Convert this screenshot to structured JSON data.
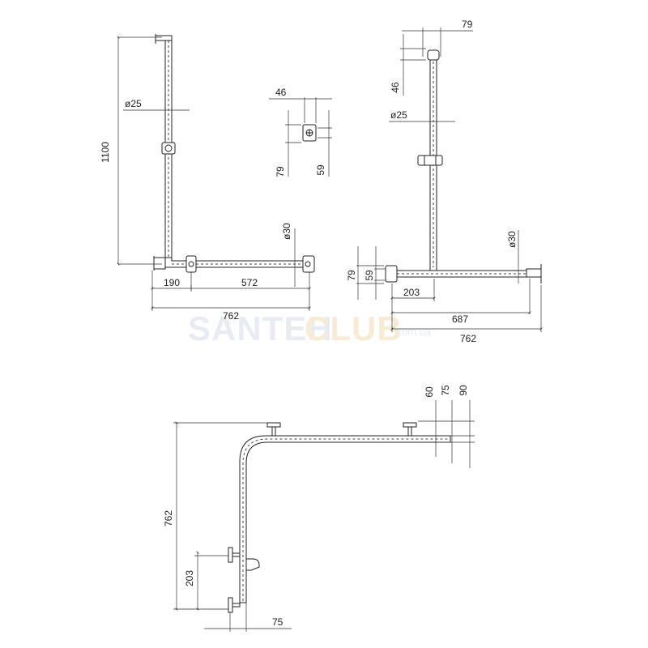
{
  "watermark": {
    "brand_a": "SANTEH",
    "brand_b": "CLUB",
    "domain": ".com.ua"
  },
  "view1": {
    "height": "1100",
    "tube_d": "ø25",
    "bar_d": "ø30",
    "left": "190",
    "mid": "572",
    "total": "762"
  },
  "detail": {
    "w": "46",
    "h1": "79",
    "h2": "59"
  },
  "view2": {
    "top": "79",
    "top_h": "46",
    "tube_d": "ø25",
    "bar_d": "ø30",
    "h1": "79",
    "h2": "59",
    "d1": "203",
    "d2": "687",
    "total": "762"
  },
  "view3": {
    "h60": "60",
    "h75": "75",
    "h90": "90",
    "len": "762",
    "d203": "203",
    "d75": "75"
  }
}
